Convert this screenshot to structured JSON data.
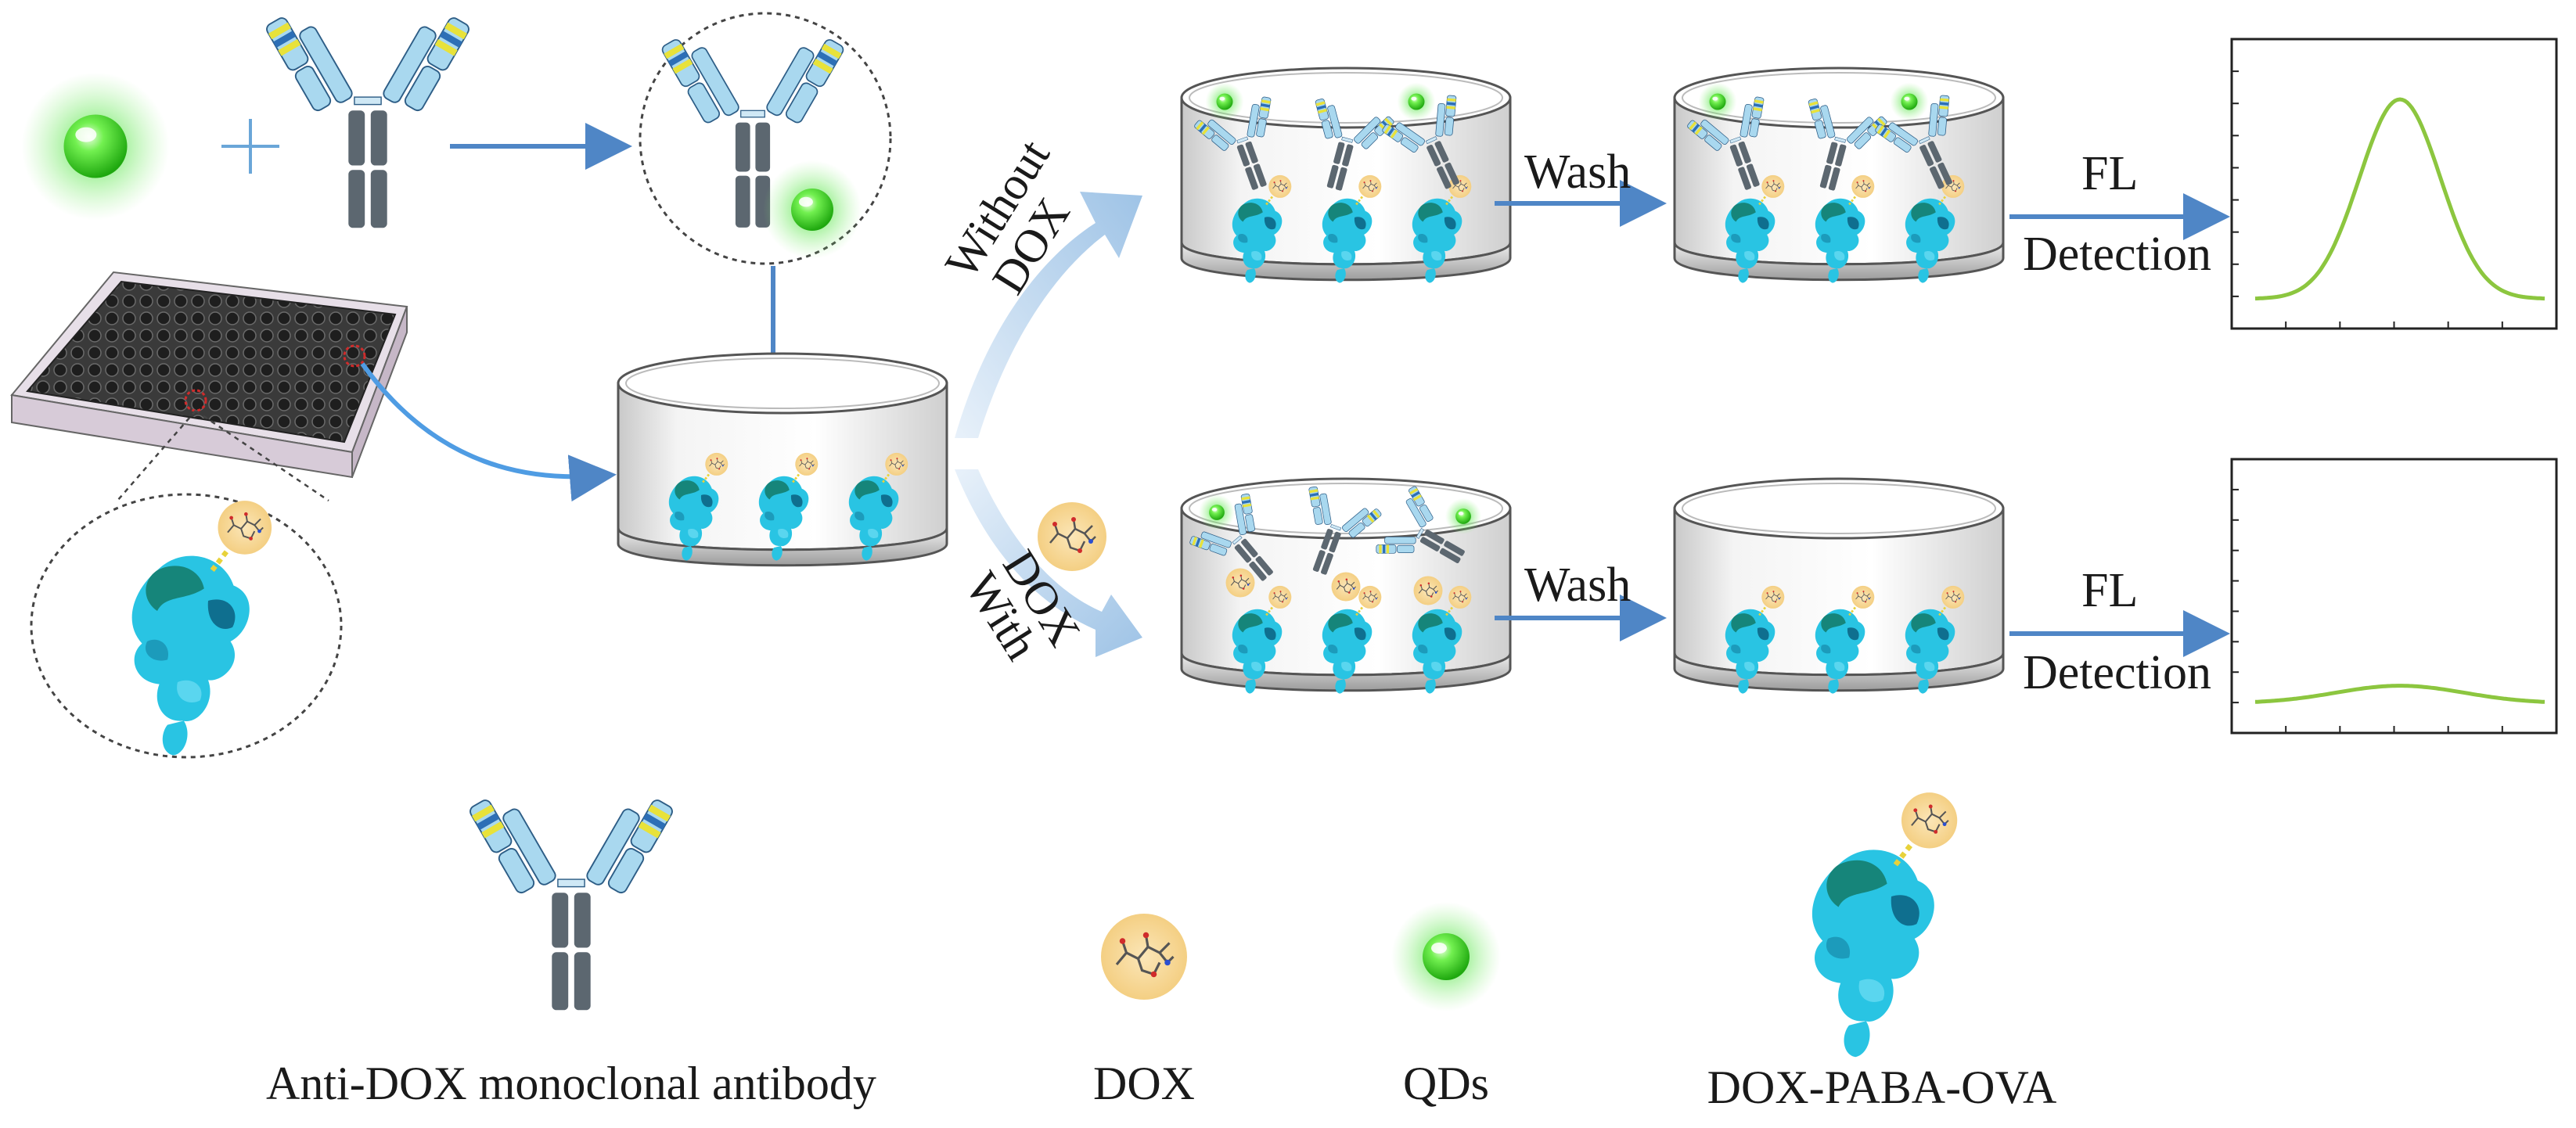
{
  "labels": {
    "without_line1": "Without",
    "without_line2": "DOX",
    "with_line1": "DOX",
    "with_line2": "With",
    "wash_top": "Wash",
    "wash_bottom": "Wash",
    "fl_top": "FL",
    "detection_top": "Detection",
    "fl_bottom": "FL",
    "detection_bottom": "Detection"
  },
  "legend": {
    "antibody": "Anti-DOX monoclonal antibody",
    "dox": "DOX",
    "qds": "QDs",
    "conjugate": "DOX-PABA-OVA"
  },
  "colors": {
    "qd_green": "#3ddc2a",
    "dox_halo": "#f7d99a",
    "antibody_light": "#a9d8ef",
    "antibody_stripe_yellow": "#e8e23a",
    "antibody_stripe_blue": "#2d6fb6",
    "antibody_dark": "#5c6770",
    "protein_cyan": "#29c4e3",
    "protein_teal": "#16857a",
    "arrow_blue": "#4f86c6",
    "curve_green": "#8cc63f"
  },
  "icons": [
    "qd-icon",
    "antibody-icon",
    "dox-icon",
    "protein-icon",
    "microplate-icon",
    "beaker-icon"
  ],
  "chart_data": [
    {
      "type": "line",
      "series": [
        {
          "shape": "gaussian",
          "peak_relative": 0.85
        }
      ],
      "axes": "unlabeled"
    },
    {
      "type": "line",
      "series": [
        {
          "shape": "gaussian",
          "peak_relative": 0.08
        }
      ],
      "axes": "unlabeled"
    }
  ]
}
